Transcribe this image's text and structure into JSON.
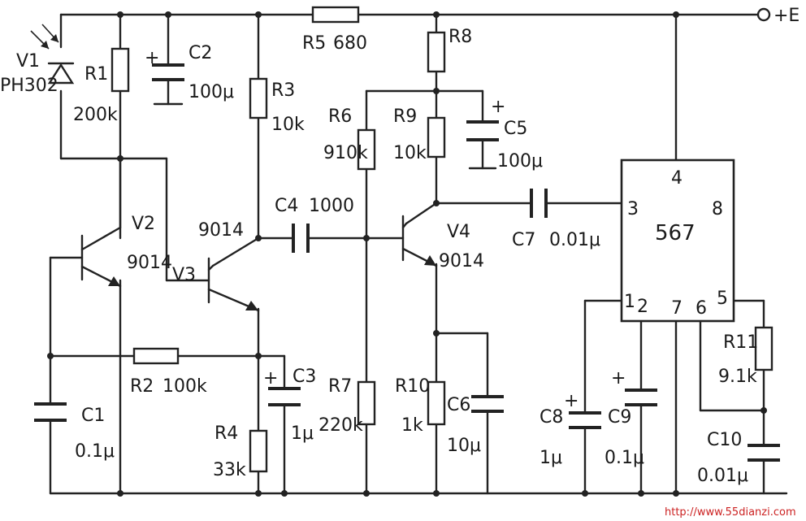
{
  "supply": {
    "terminal_label": "+E"
  },
  "watermark": "http://www.55dianzi.com",
  "components": {
    "V1": {
      "ref": "V1",
      "part": "PH302"
    },
    "V2": {
      "ref": "V2",
      "part": "9014"
    },
    "V3": {
      "ref": "V3",
      "part": "9014"
    },
    "V4": {
      "ref": "V4",
      "part": "9014"
    },
    "R1": {
      "ref": "R1",
      "value": "200k"
    },
    "R2": {
      "ref": "R2",
      "value": "100k"
    },
    "R3": {
      "ref": "R3",
      "value": "10k"
    },
    "R4": {
      "ref": "R4",
      "value": "33k"
    },
    "R5": {
      "ref": "R5",
      "value": "680"
    },
    "R6": {
      "ref": "R6",
      "value": "910k"
    },
    "R7": {
      "ref": "R7",
      "value": "220k"
    },
    "R8": {
      "ref": "R8",
      "value": ""
    },
    "R9": {
      "ref": "R9",
      "value": "10k"
    },
    "R10": {
      "ref": "R10",
      "value": "1k"
    },
    "R11": {
      "ref": "R11",
      "value": "9.1k"
    },
    "C1": {
      "ref": "C1",
      "value": "0.1μ"
    },
    "C2": {
      "ref": "C2",
      "value": "100μ"
    },
    "C3": {
      "ref": "C3",
      "value": "1μ"
    },
    "C4": {
      "ref": "C4",
      "value": "1000"
    },
    "C5": {
      "ref": "C5",
      "value": "100μ"
    },
    "C6": {
      "ref": "C6",
      "value": "10μ"
    },
    "C7": {
      "ref": "C7",
      "value": "0.01μ"
    },
    "C8": {
      "ref": "C8",
      "value": "1μ"
    },
    "C9": {
      "ref": "C9",
      "value": "0.1μ"
    },
    "C10": {
      "ref": "C10",
      "value": "0.01μ"
    }
  },
  "ic": {
    "name": "567",
    "pins": {
      "p1": "1",
      "p2": "2",
      "p3": "3",
      "p4": "4",
      "p5": "5",
      "p6": "6",
      "p7": "7",
      "p8": "8"
    }
  },
  "polarity": {
    "plus": "+"
  }
}
